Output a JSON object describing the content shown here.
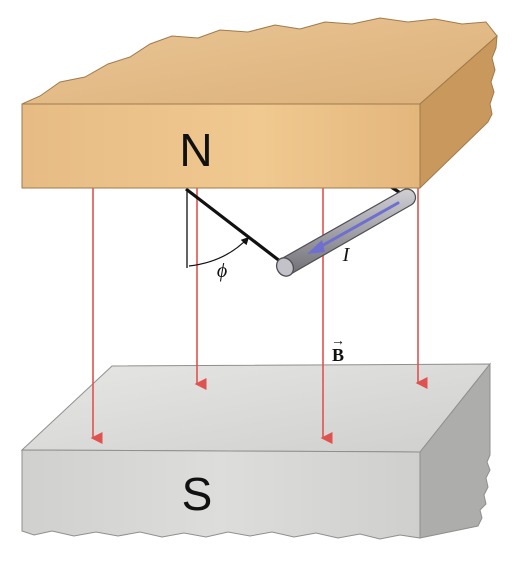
{
  "magnets": {
    "north": {
      "label": "N"
    },
    "south": {
      "label": "S"
    }
  },
  "symbols": {
    "angle": "ϕ",
    "current": "I",
    "field": "B",
    "field_arrow": "→"
  },
  "colors": {
    "north_top": "#e2b982",
    "north_front": "#e8bf86",
    "north_side": "#c9985c",
    "south_top": "#d9d9d7",
    "south_front": "#d4d4d2",
    "south_side": "#a9a9a7",
    "field_lines": "#e0524f",
    "rod": "#9a9aa0",
    "current_arrow": "#6f6fd0",
    "wire": "#111111"
  }
}
